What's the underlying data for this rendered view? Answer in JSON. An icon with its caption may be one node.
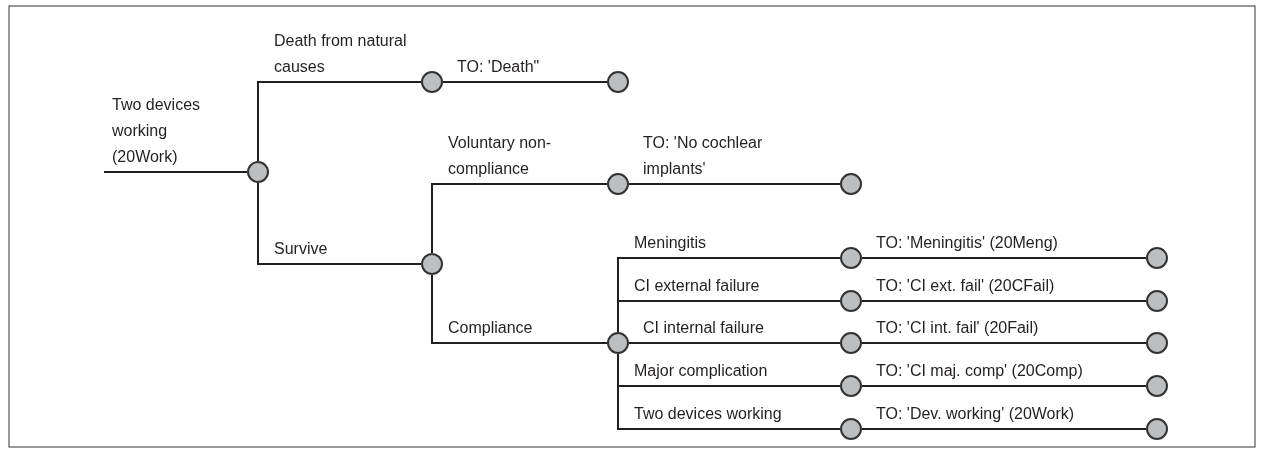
{
  "diagram": {
    "nodes": [
      {
        "text": [],
        "shape": "circle"
      },
      {
        "text": [],
        "shape": "circle"
      },
      {
        "text": [],
        "shape": "circle"
      },
      {
        "text": [],
        "shape": "circle"
      },
      {
        "text": [],
        "shape": "circle"
      },
      {
        "text": [],
        "shape": "circle"
      },
      {
        "text": [],
        "shape": "circle"
      },
      {
        "text": [],
        "shape": "circle"
      },
      {
        "text": [],
        "shape": "circle"
      },
      {
        "text": [],
        "shape": "circle"
      },
      {
        "text": [],
        "shape": "circle"
      },
      {
        "text": [],
        "shape": "circle"
      },
      {
        "text": [],
        "shape": "circle"
      },
      {
        "text": [],
        "shape": "circle"
      },
      {
        "text": [],
        "shape": "circle"
      },
      {
        "text": [],
        "shape": "circle"
      },
      {
        "text": [],
        "shape": "circle"
      }
    ],
    "edges": [
      {
        "from": null,
        "to": 0,
        "arrow": "none",
        "label": "Two devices working (20Work)"
      },
      {
        "from": 0,
        "to": 1,
        "arrow": "none",
        "label": "Death from natural causes"
      },
      {
        "from": 1,
        "to": 2,
        "arrow": "none",
        "label": "TO: 'Death\""
      },
      {
        "from": 0,
        "to": 3,
        "arrow": "none",
        "label": "Survive"
      },
      {
        "from": 3,
        "to": 4,
        "arrow": "none",
        "label": "Voluntary non-compliance"
      },
      {
        "from": 4,
        "to": 5,
        "arrow": "none",
        "label": "TO: 'No cochlear implants'"
      },
      {
        "from": 3,
        "to": 6,
        "arrow": "none",
        "label": "Compliance"
      },
      {
        "from": 6,
        "to": 7,
        "arrow": "none",
        "label": "Meningitis"
      },
      {
        "from": 7,
        "to": 8,
        "arrow": "none",
        "label": "TO: 'Meningitis' (20Meng)"
      },
      {
        "from": 6,
        "to": 9,
        "arrow": "none",
        "label": "CI external failure"
      },
      {
        "from": 9,
        "to": 10,
        "arrow": "none",
        "label": "TO: 'CI ext. fail' (20CFail)"
      },
      {
        "from": 6,
        "to": 11,
        "arrow": "none",
        "label": "CI internal failure"
      },
      {
        "from": 11,
        "to": 12,
        "arrow": "none",
        "label": "TO: 'CI int. fail' (20Fail)"
      },
      {
        "from": 6,
        "to": 13,
        "arrow": "none",
        "label": "Major complication"
      },
      {
        "from": 13,
        "to": 14,
        "arrow": "none",
        "label": "TO: 'CI maj. comp' (20Comp)"
      },
      {
        "from": 6,
        "to": 15,
        "arrow": "none",
        "label": "Two devices working"
      },
      {
        "from": 15,
        "to": 16,
        "arrow": "none",
        "label": "TO: 'Dev. working' (20Work)"
      }
    ]
  }
}
